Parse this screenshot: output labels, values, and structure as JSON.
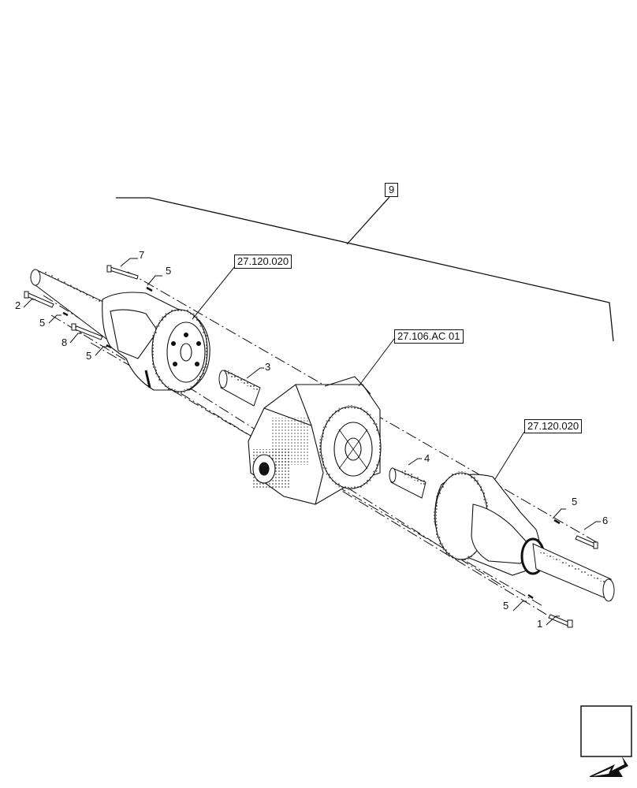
{
  "diagram": {
    "assembly_ref": "9",
    "references": {
      "left_final_drive": "27.120.020",
      "center_differential": "27.106.AC 01",
      "right_final_drive": "27.120.020"
    },
    "callouts": {
      "bolt_7": "7",
      "pin_5_top": "5",
      "bolt_2": "2",
      "pin_5_left": "5",
      "bolt_8": "8",
      "pin_5_lower_left": "5",
      "shaft_3": "3",
      "shaft_4": "4",
      "pin_5_right": "5",
      "bolt_6": "6",
      "pin_5_bottom": "5",
      "bolt_1": "1"
    },
    "navigation_icon": "next-page-arrow-icon"
  }
}
